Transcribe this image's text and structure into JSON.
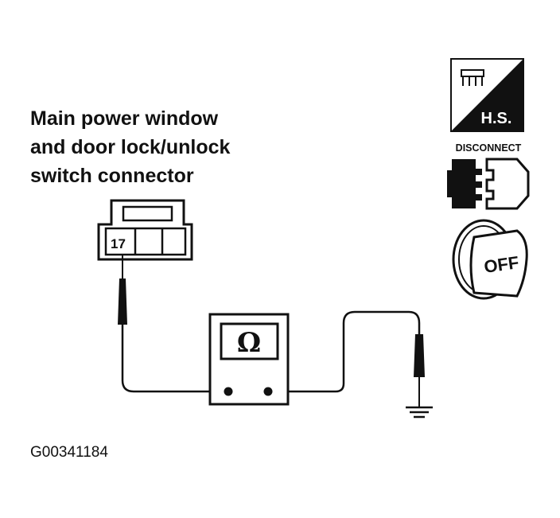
{
  "caption": {
    "lines": [
      "Main power window",
      "and door lock/unlock",
      "switch connector"
    ]
  },
  "connector": {
    "pin": "17"
  },
  "meter": {
    "symbol": "Ω"
  },
  "icons": {
    "hs": "H.S.",
    "disconnect": "DISCONNECT",
    "ignition": "OFF"
  },
  "figure_id": "G00341184"
}
